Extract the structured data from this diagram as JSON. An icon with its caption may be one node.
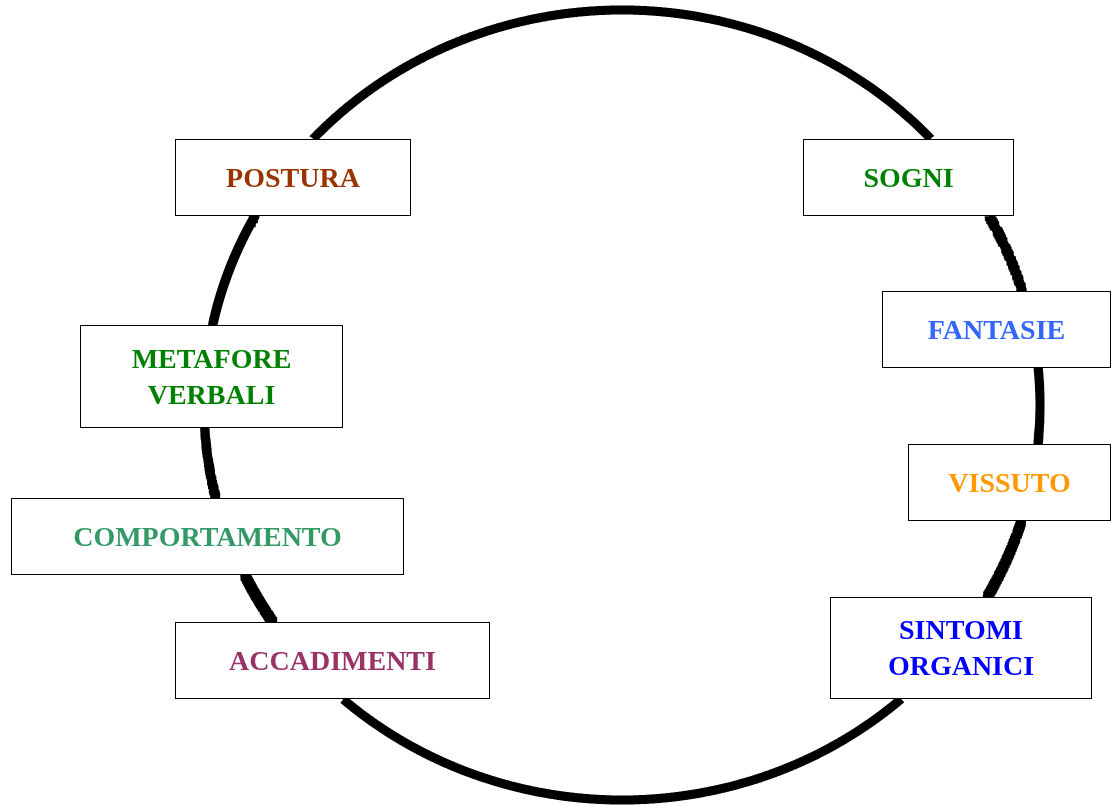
{
  "diagram": {
    "nodes": [
      {
        "text": [
          "POSTURA"
        ]
      },
      {
        "text": [
          "SOGNI"
        ]
      },
      {
        "text": [
          "METAFORE VERBALI"
        ]
      },
      {
        "text": [
          "FANTASIE"
        ]
      },
      {
        "text": [
          "COMPORTAMENTO"
        ]
      },
      {
        "text": [
          "VISSUTO"
        ]
      },
      {
        "text": [
          "ACCADIMENTI"
        ]
      },
      {
        "text": [
          "SINTOMI ORGANICI"
        ]
      }
    ],
    "edges": [
      {
        "from": 0,
        "to": 1,
        "arrow": "none"
      },
      {
        "from": 1,
        "to": 3,
        "arrow": "none"
      },
      {
        "from": 3,
        "to": 5,
        "arrow": "none"
      },
      {
        "from": 5,
        "to": 7,
        "arrow": "none"
      },
      {
        "from": 7,
        "to": 6,
        "arrow": "none"
      },
      {
        "from": 6,
        "to": 4,
        "arrow": "none"
      },
      {
        "from": 4,
        "to": 2,
        "arrow": "none"
      },
      {
        "from": 2,
        "to": 0,
        "arrow": "none"
      }
    ]
  }
}
